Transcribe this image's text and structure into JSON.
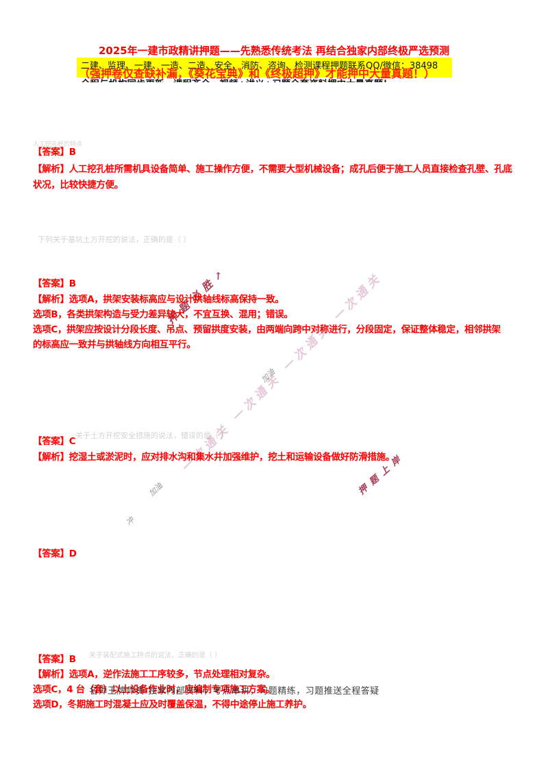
{
  "header": {
    "title": "2025年一建市政精讲押题——先熟悉传统考法 再结合独家内部终极严选预测",
    "ad_black_line": "二建、监理、一建、一造、二造、安全、消防、咨询、检测课程押题联系QQ/微信：38498",
    "ad_red_line": "（强押卷仅查缺补漏，《葵花宝典》和《终极超押》才能押中大量真题！）",
    "ad_clipped_line": "全程与机构同步更新，课程齐全，视频+讲义+习题全套资料押中大量真题！",
    "highlight_color": "#ffff00",
    "title_color": "#ff0000"
  },
  "watermark": {
    "pink_text": "一次通关 一次通关 一次通关 一次通关",
    "pink_color": "#e5c8d9",
    "crimson_text_1": "押题必胜↗",
    "crimson_text_2": "押题上岸",
    "crimson_color": "#a93a52",
    "fragment_1": "加油",
    "fragment_2": "加油",
    "fragment_3": "冲"
  },
  "sections": [
    {
      "faint": "人工挖孔桩的特点",
      "answer": "【答案】B",
      "lines": [
        "【解析】人工挖孔桩所需机具设备简单、施工操作方便，不需要大型机械设备；成孔后便于施工人员直接检查孔壁、孔底",
        "状况，比较快捷方便。"
      ]
    },
    {
      "faint": "下列关于基坑土方开挖的说法，正确的是（ ）",
      "answer": "【答案】B",
      "lines": [
        "【解析】选项A，拱架安装标高应与设计拱轴线标高保持一致。",
        "选项B，各类拱架构造与受力差异较大，不宜互换、混用；错误。",
        "选项C，拱架应按设计分段长度、吊点、预留拱度安装，由两端向跨中对称进行，分段固定，保证整体稳定，相邻拱架",
        "的标高应一致并与拱轴线方向相互平行。"
      ]
    },
    {
      "faint": "关于土方开挖安全措施的说法，错误的是（ ）",
      "answer": "【答案】C",
      "lines": [
        "【解析】挖湿土或淤泥时，应对排水沟和集水井加强维护，挖土和运输设备做好防滑措施。"
      ]
    },
    {
      "answer": "【答案】D",
      "lines": []
    },
    {
      "faint": "关于装配式施工特点的说法，正确的是（ ）",
      "answer": "【答案】B",
      "overlay": "名师王牌师资-独家内部资料，考点串讲，习题精练，习题推送全程答疑",
      "lines": [
        "【解析】选项A，逆作法施工工序较多，节点处理相对复杂。",
        "选项C，4 台（套）以上设备作业时，应编制专项施工方案。",
        "选项D，冬期施工时混凝土应及时覆盖保温，不得中途停止施工养护。"
      ]
    }
  ]
}
